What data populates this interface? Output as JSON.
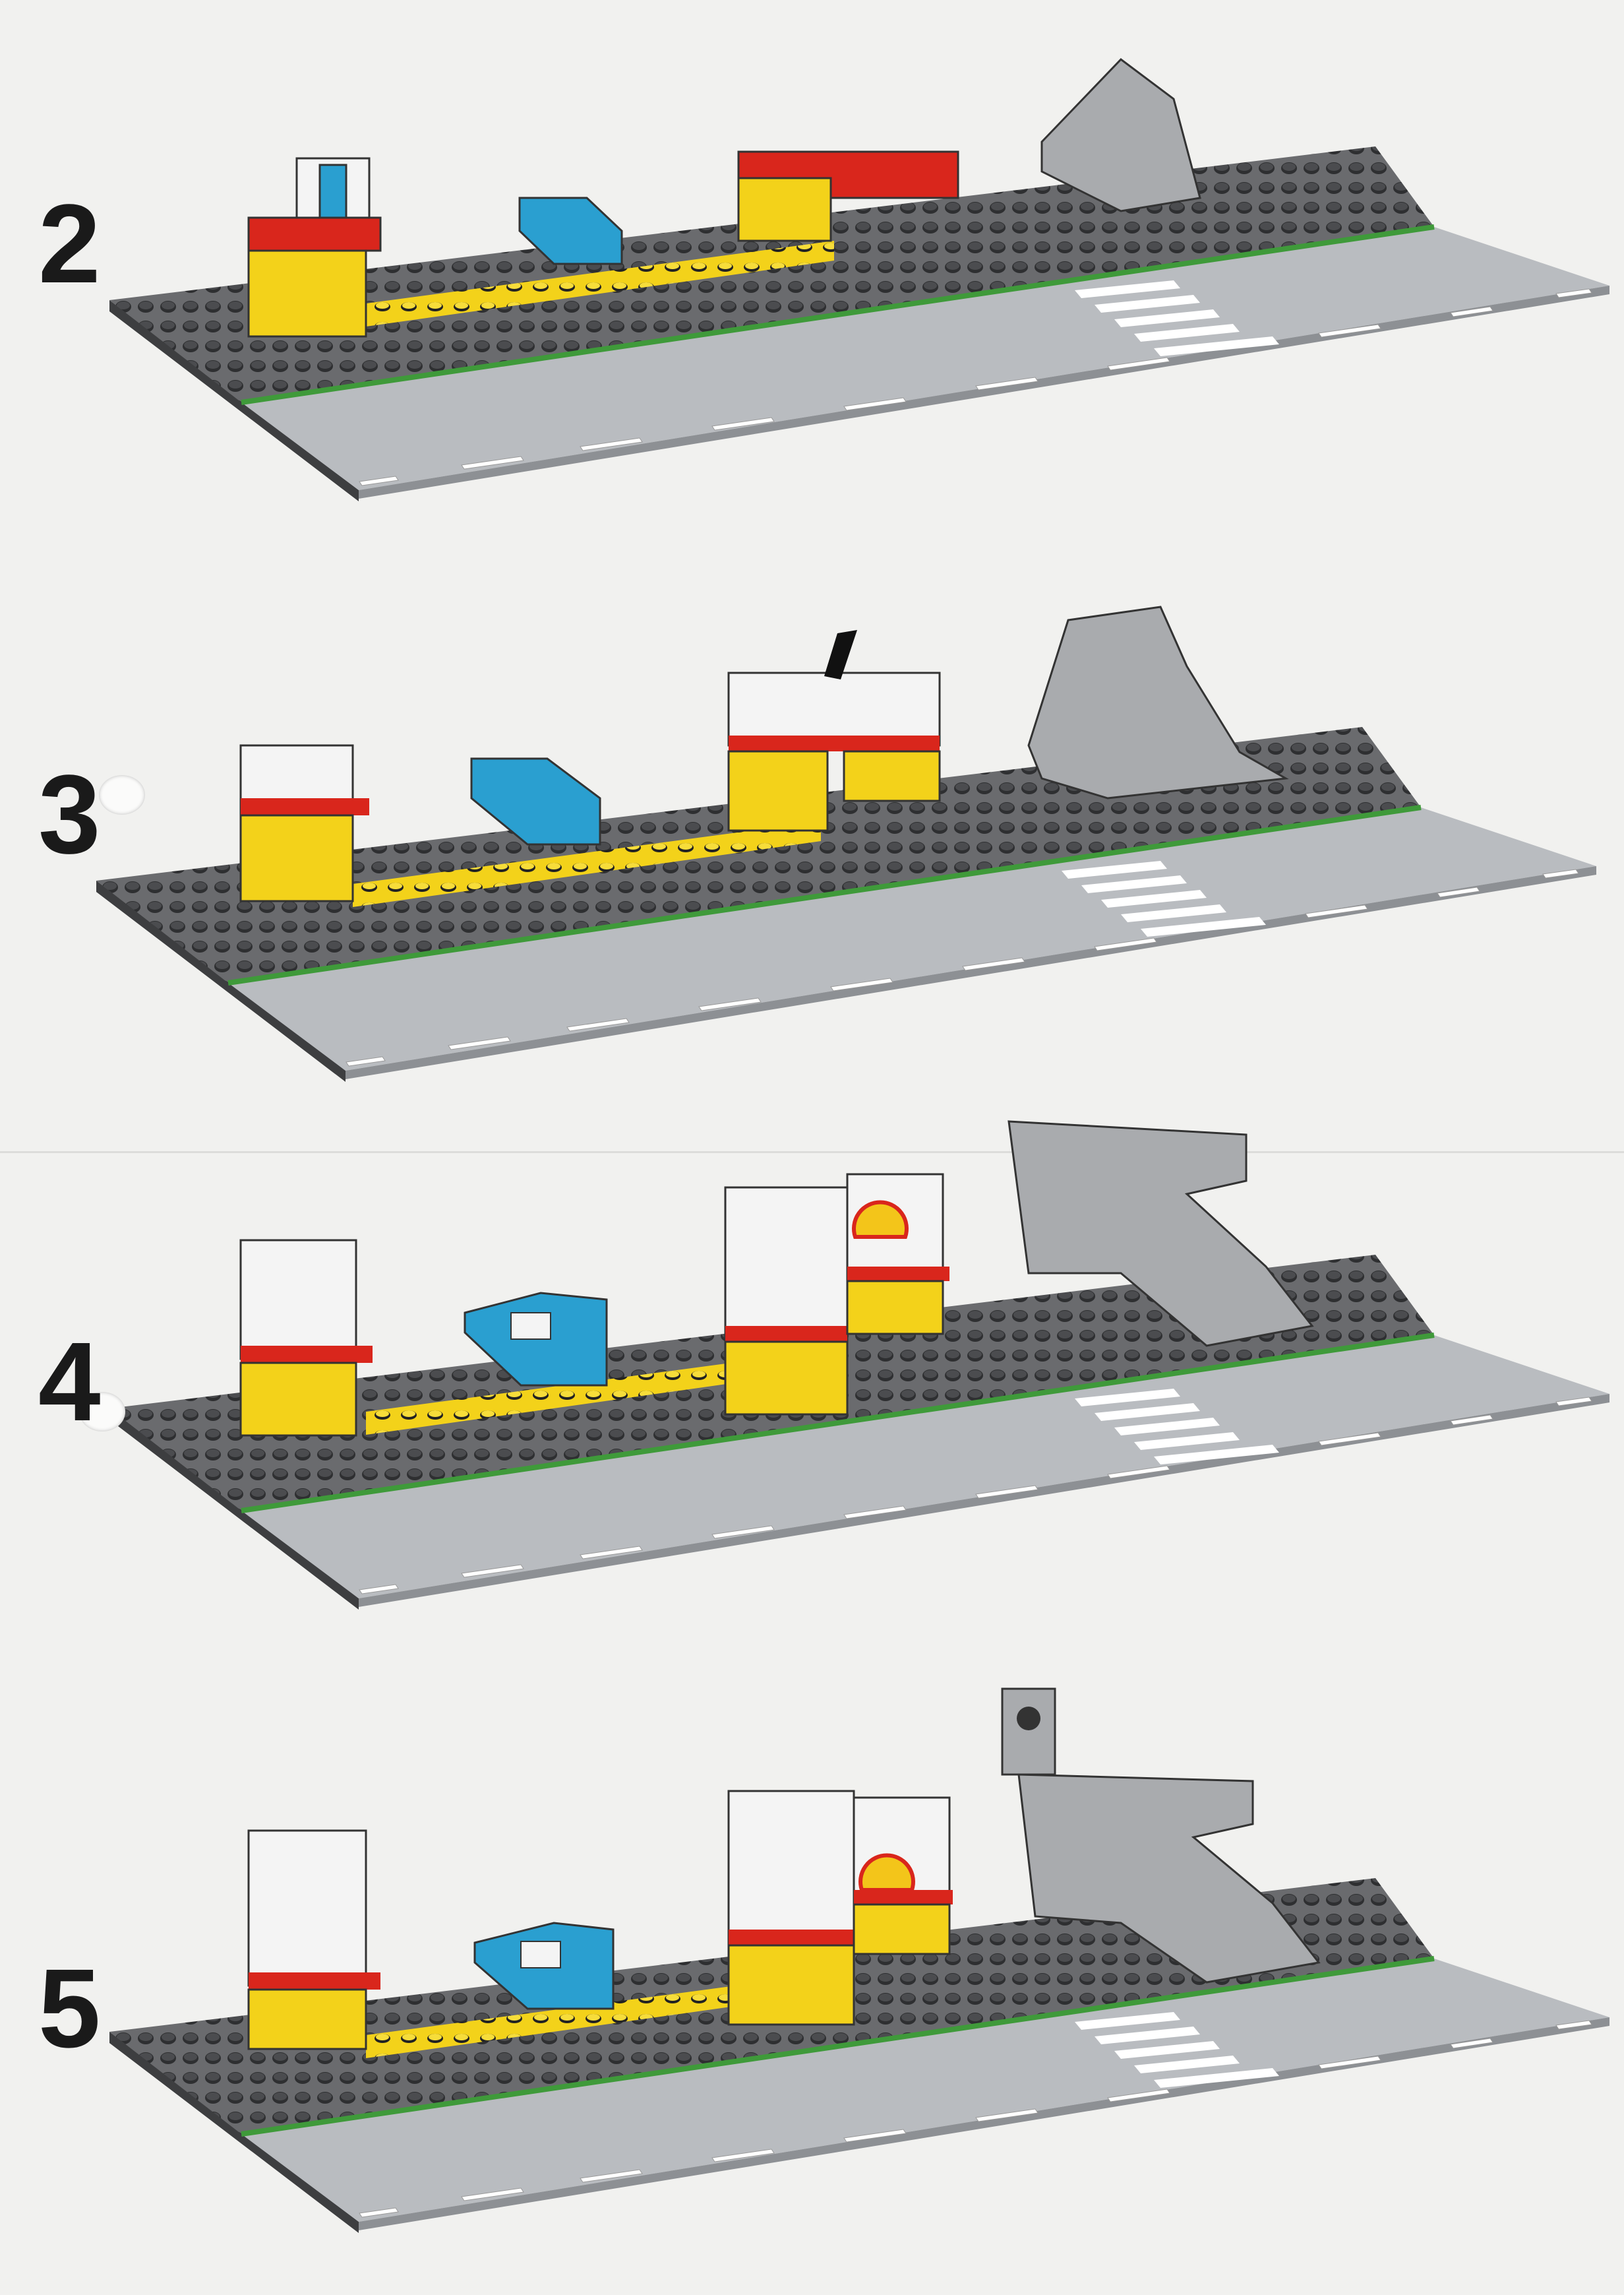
{
  "steps": [
    {
      "number": "2"
    },
    {
      "number": "3"
    },
    {
      "number": "4"
    },
    {
      "number": "5"
    }
  ],
  "colors": {
    "baseplate": "#5f6063",
    "stud": "#2e2f31",
    "road": "#b9bcc0",
    "grass_line": "#3f9a3a",
    "yellow": "#f3d21a",
    "red": "#d9261c",
    "blue": "#2a9fd0",
    "white": "#f4f4f4",
    "grey_brick": "#a9abae"
  }
}
